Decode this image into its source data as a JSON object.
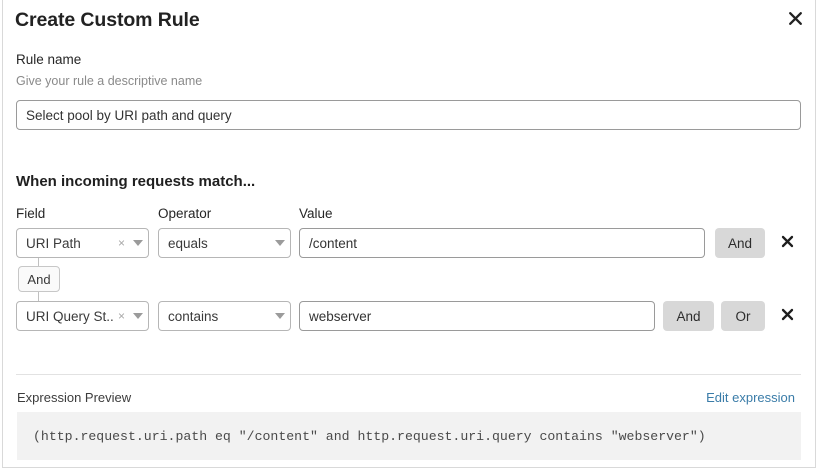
{
  "modal": {
    "title": "Create Custom Rule",
    "close_icon": "close-icon"
  },
  "rule_name": {
    "label": "Rule name",
    "help_text": "Give your rule a descriptive name",
    "value": "Select pool by URI path and query",
    "placeholder": "Rule name"
  },
  "conditions": {
    "heading": "When incoming requests match...",
    "columns": {
      "field": "Field",
      "operator": "Operator",
      "value": "Value"
    },
    "connector": {
      "label": "And"
    },
    "rows": [
      {
        "field": "URI Path",
        "operator": "equals",
        "value": "/content",
        "value_placeholder": "Value",
        "logic_buttons": [
          "And"
        ],
        "clear_icon": "clear-icon",
        "caret_icon": "chevron-down-icon",
        "delete_icon": "close-icon"
      },
      {
        "field": "URI Query St...",
        "operator": "contains",
        "value": "webserver",
        "value_placeholder": "Value",
        "logic_buttons": [
          "And",
          "Or"
        ],
        "clear_icon": "clear-icon",
        "caret_icon": "chevron-down-icon",
        "delete_icon": "close-icon"
      }
    ]
  },
  "expression": {
    "label": "Expression Preview",
    "edit_link": "Edit expression",
    "code": "(http.request.uri.path eq \"/content\" and http.request.uri.query contains \"webserver\")"
  },
  "colors": {
    "link": "#3a7ca8",
    "chip_bg": "#d8d8d8",
    "code_bg": "#f2f2f2",
    "border": "#b6b6b6"
  }
}
